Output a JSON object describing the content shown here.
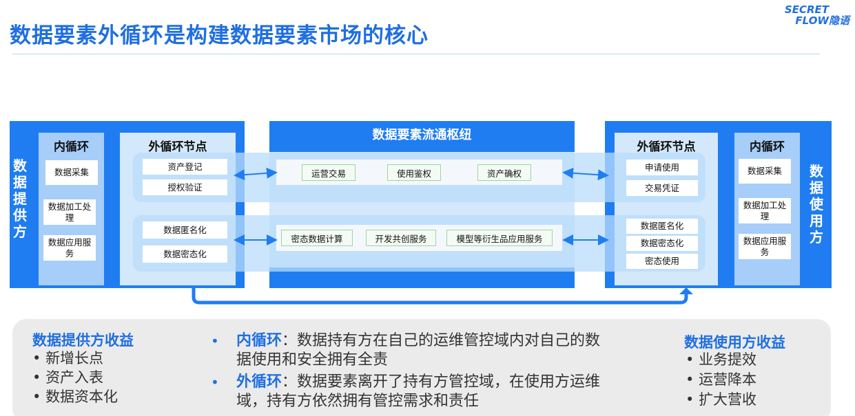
{
  "page_title": "数据要素外循环是构建数据要素市场的核心",
  "logo": {
    "line1": "SECRET",
    "line2": "FLOW隐语"
  },
  "diagram": {
    "left_side_label": "数据提供方",
    "right_side_label": "数据使用方",
    "inner_loop_title": "内循环",
    "left_inner_items": [
      "数据采集",
      "数据加工处理",
      "数据应用服务"
    ],
    "right_inner_items": [
      "数据采集",
      "数据加工处理",
      "数据应用服务"
    ],
    "outer_node_title": "外循环节点",
    "left_node_top": [
      "资产登记",
      "授权验证"
    ],
    "left_node_bottom": [
      "数据匿名化",
      "数据密态化"
    ],
    "right_node_top": [
      "申请使用",
      "交易凭证"
    ],
    "right_node_bottom": [
      "数据匿名化",
      "数据密态化",
      "密态使用"
    ],
    "hub_title": "数据要素流通枢纽",
    "hub_top_items": [
      "运营交易",
      "使用鉴权",
      "资产确权"
    ],
    "hub_bottom_items": [
      "密态数据计算",
      "开发共创服务",
      "模型等衍生品应用服务"
    ]
  },
  "bottom": {
    "provider_title": "数据提供方收益",
    "provider_items": [
      "新增长点",
      "资产入表",
      "数据资本化"
    ],
    "inner_label": "内循环",
    "inner_text": "：数据持有方在自己的运维管控域内对自己的数据使用和安全拥有全责",
    "outer_label": "外循环",
    "outer_text": "：数据要素离开了持有方管控域，在使用方运维域，持有方依然拥有管控需求和责任",
    "user_title": "数据使用方收益",
    "user_items": [
      "业务提效",
      "运营降本",
      "扩大营收"
    ]
  }
}
